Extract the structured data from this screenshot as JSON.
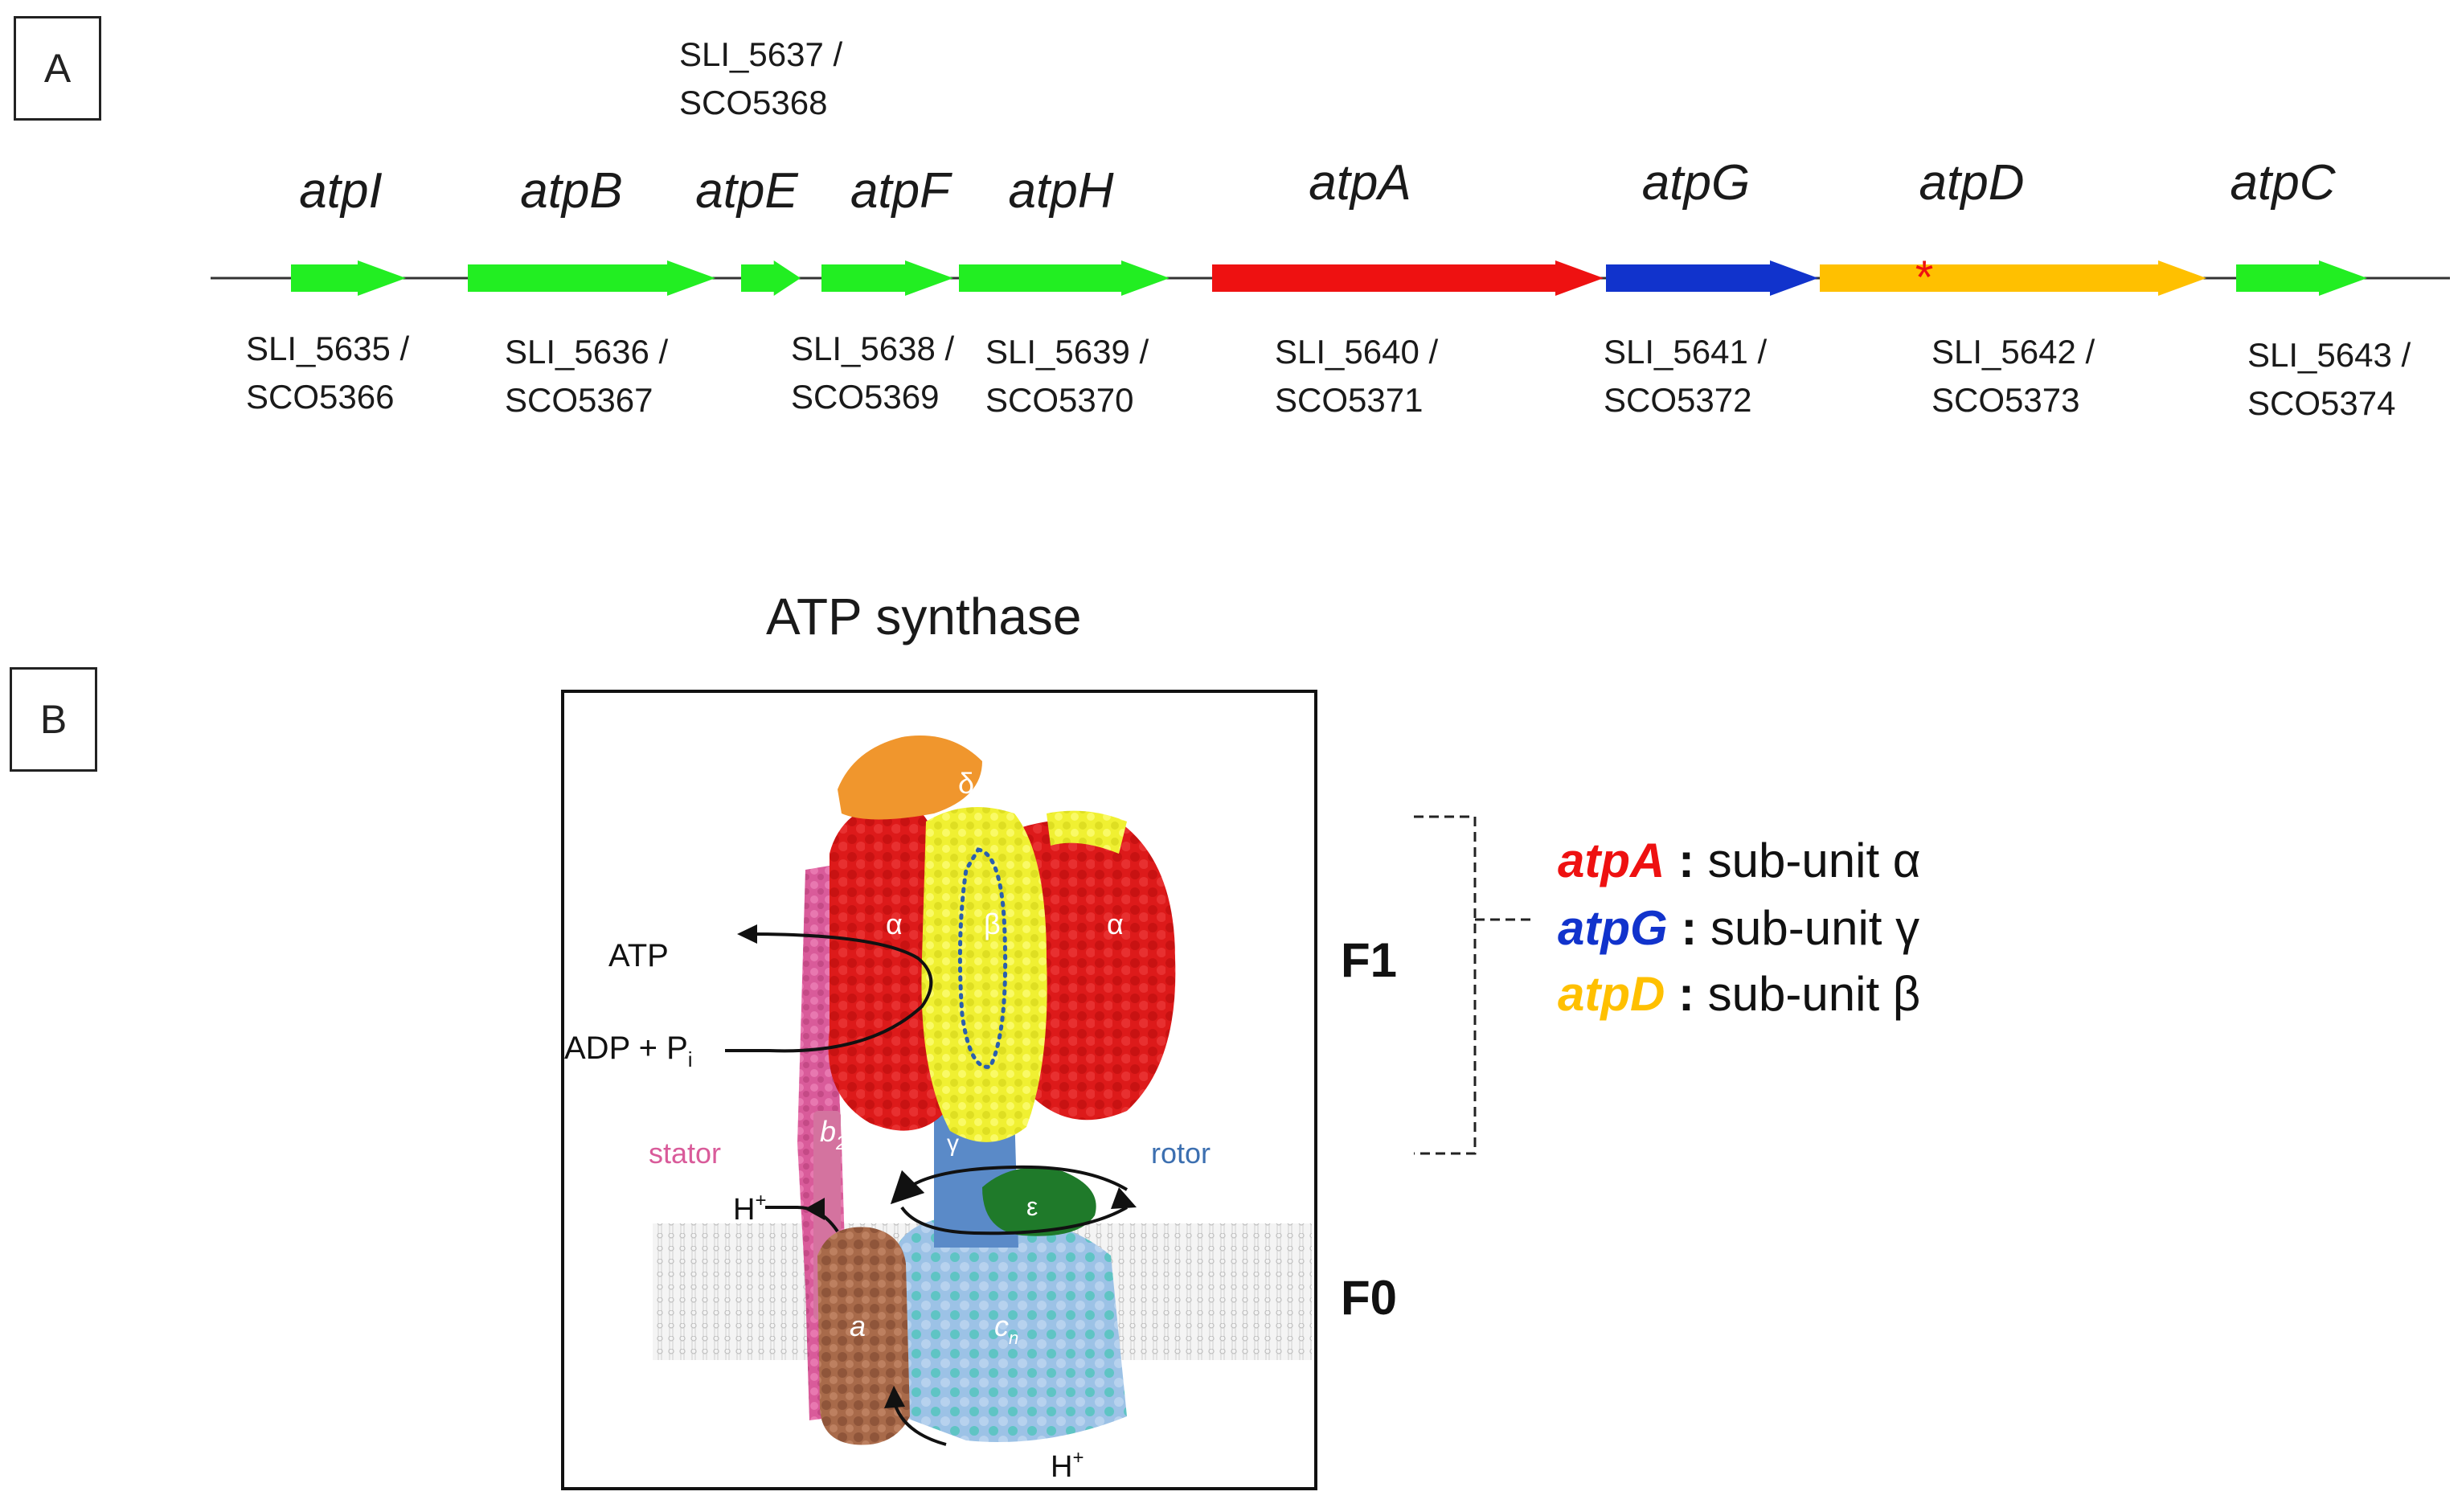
{
  "panel_a": {
    "label": "A",
    "genes": [
      {
        "name": "atpI",
        "locus1": "SLI_5635 /",
        "locus2": "SCO5366",
        "color": "#22ee22"
      },
      {
        "name": "atpB",
        "locus1": "SLI_5636 /",
        "locus2": "SCO5367",
        "color": "#22ee22"
      },
      {
        "name": "atpE",
        "locus1": "SLI_5637 /",
        "locus2": "SCO5368",
        "color": "#22ee22"
      },
      {
        "name": "atpF",
        "locus1": "SLI_5638 /",
        "locus2": "SCO5369",
        "color": "#22ee22"
      },
      {
        "name": "atpH",
        "locus1": "SLI_5639 /",
        "locus2": "SCO5370",
        "color": "#22ee22"
      },
      {
        "name": "atpA",
        "locus1": "SLI_5640 /",
        "locus2": "SCO5371",
        "color": "#ee1111"
      },
      {
        "name": "atpG",
        "locus1": "SLI_5641 /",
        "locus2": "SCO5372",
        "color": "#1133cc"
      },
      {
        "name": "atpD",
        "locus1": "SLI_5642 /",
        "locus2": "SCO5373",
        "color": "#ffc000"
      },
      {
        "name": "atpC",
        "locus1": "SLI_5643 /",
        "locus2": "SCO5374",
        "color": "#22ee22"
      }
    ],
    "mutation_marker": "*",
    "mutation_color": "#ee1111"
  },
  "panel_b": {
    "label": "B",
    "title": "ATP synthase",
    "labels": {
      "delta": "δ",
      "alpha_left": "α",
      "beta": "β",
      "alpha_right": "α",
      "gamma": "γ",
      "epsilon": "ε",
      "b2": "b",
      "b2_sub": "2",
      "a": "a",
      "cn": "c",
      "cn_sub": "n",
      "atp": "ATP",
      "adp": "ADP + P",
      "adp_sub": "i",
      "stator": "stator",
      "rotor": "rotor",
      "h_top": "H",
      "h_bottom": "H",
      "h_sup": "+"
    },
    "regions": {
      "f1": "F1",
      "f0": "F0"
    },
    "legend": [
      {
        "gene": "atpA",
        "colon": " :",
        "text": " sub-unit α",
        "color": "#ee1111"
      },
      {
        "gene": "atpG",
        "colon": " :",
        "text": " sub-unit γ",
        "color": "#1133cc"
      },
      {
        "gene": "atpD",
        "colon": " :",
        "text": " sub-unit β",
        "color": "#ffc000"
      }
    ],
    "colors": {
      "alpha": "#dd1a1a",
      "beta": "#f0f032",
      "gamma": "#5a8ac8",
      "epsilon": "#1f7a2a",
      "delta": "#f0962d",
      "stator": "#d95b9a",
      "a_subunit": "#a86a4a",
      "c_ring": "#6cc8c8",
      "membrane": "#cfcfcf"
    }
  }
}
